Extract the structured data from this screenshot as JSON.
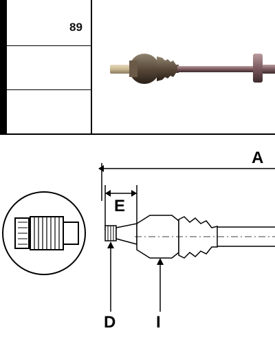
{
  "spec_table": {
    "rows": [
      {
        "value": "89"
      },
      {
        "value": ""
      },
      {
        "value": ""
      }
    ]
  },
  "drawing": {
    "labels": {
      "length": "A",
      "spline_length": "E",
      "spline_diameter": "D",
      "joint_diameter": "I"
    }
  },
  "colors": {
    "line": "#000000",
    "shaft": "#7a5a5e",
    "boot": "#5a4a3a"
  },
  "icons": [
    "drive-shaft-photo",
    "spline-detail-icon"
  ]
}
